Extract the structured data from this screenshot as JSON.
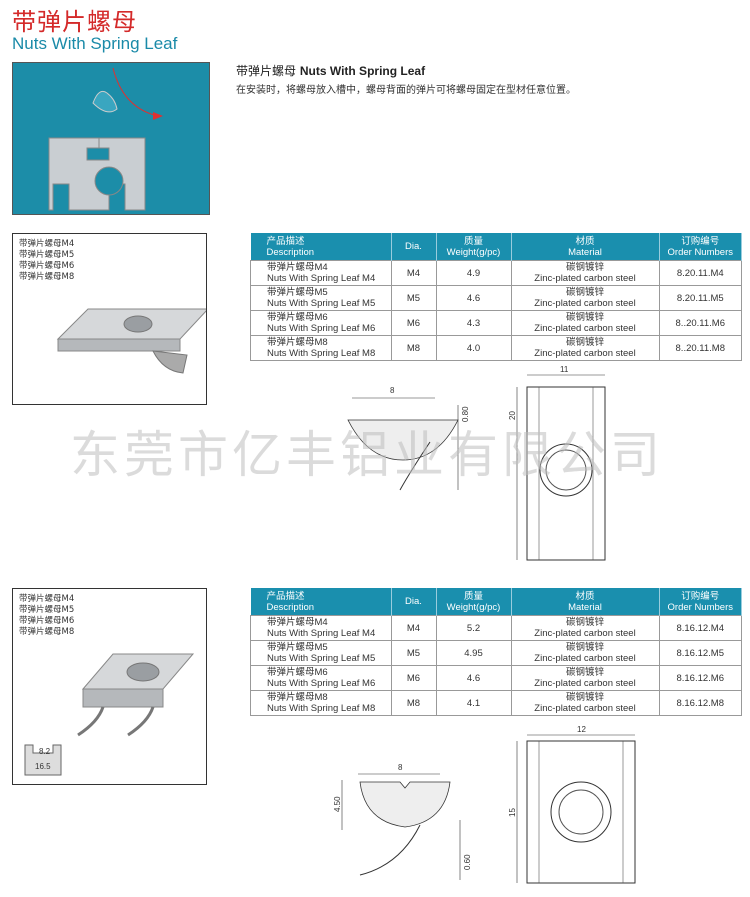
{
  "header": {
    "title_cn": "带弹片螺母",
    "title_en": "Nuts With Spring Leaf"
  },
  "intro": {
    "title_cn": "带弹片螺母",
    "title_en": "Nuts With Spring Leaf",
    "text": "在安装时，将螺母放入槽中，螺母背面的弹片可将螺母固定在型材任意位置。"
  },
  "colors": {
    "accent": "#1a8fae",
    "title": "#d42a2a"
  },
  "watermark": "东莞市亿丰铝业有限公司",
  "columns": [
    {
      "cn": "产品描述",
      "en": "Description"
    },
    {
      "cn": "",
      "en": "Dia."
    },
    {
      "cn": "质量",
      "en": "Weight(g/pc)"
    },
    {
      "cn": "材质",
      "en": "Material"
    },
    {
      "cn": "订购编号",
      "en": "Order Numbers"
    }
  ],
  "products": [
    {
      "labels": [
        "带弹片螺母M4",
        "带弹片螺母M5",
        "带弹片螺母M6",
        "带弹片螺母M8"
      ],
      "rows": [
        {
          "cn": "带弹片螺母M4",
          "en": "Nuts With Spring Leaf M4",
          "dia": "M4",
          "weight": "4.9",
          "mat_cn": "碳钢镀锌",
          "mat_en": "Zinc-plated carbon steel",
          "order": "8.20.11.M4"
        },
        {
          "cn": "带弹片螺母M5",
          "en": "Nuts With Spring Leaf M5",
          "dia": "M5",
          "weight": "4.6",
          "mat_cn": "碳钢镀锌",
          "mat_en": "Zinc-plated carbon steel",
          "order": "8.20.11.M5"
        },
        {
          "cn": "带弹片螺母M6",
          "en": "Nuts With Spring Leaf M6",
          "dia": "M6",
          "weight": "4.3",
          "mat_cn": "碳钢镀锌",
          "mat_en": "Zinc-plated carbon steel",
          "order": "8..20.11.M6"
        },
        {
          "cn": "带弹片螺母M8",
          "en": "Nuts With Spring Leaf M8",
          "dia": "M8",
          "weight": "4.0",
          "mat_cn": "碳钢镀锌",
          "mat_en": "Zinc-plated carbon steel",
          "order": "8..20.11.M8"
        }
      ],
      "dims": {
        "side_width": "8",
        "side_thickness": "0.80",
        "top_width": "11",
        "top_height": "20"
      }
    },
    {
      "labels": [
        "带弹片螺母M4",
        "带弹片螺母M5",
        "带弹片螺母M6",
        "带弹片螺母M8"
      ],
      "slot": {
        "inner": "8.2",
        "outer": "16.5"
      },
      "rows": [
        {
          "cn": "带弹片螺母M4",
          "en": "Nuts With Spring Leaf M4",
          "dia": "M4",
          "weight": "5.2",
          "mat_cn": "碳钢镀锌",
          "mat_en": "Zinc-plated carbon steel",
          "order": "8.16.12.M4"
        },
        {
          "cn": "带弹片螺母M5",
          "en": "Nuts With Spring Leaf M5",
          "dia": "M5",
          "weight": "4.95",
          "mat_cn": "碳钢镀锌",
          "mat_en": "Zinc-plated carbon steel",
          "order": "8.16.12.M5"
        },
        {
          "cn": "带弹片螺母M6",
          "en": "Nuts With Spring Leaf M6",
          "dia": "M6",
          "weight": "4.6",
          "mat_cn": "碳钢镀锌",
          "mat_en": "Zinc-plated carbon steel",
          "order": "8.16.12.M6"
        },
        {
          "cn": "带弹片螺母M8",
          "en": "Nuts With Spring Leaf M8",
          "dia": "M8",
          "weight": "4.1",
          "mat_cn": "碳钢镀锌",
          "mat_en": "Zinc-plated carbon steel",
          "order": "8.16.12.M8"
        }
      ],
      "dims": {
        "side_width": "8",
        "side_height": "4.50",
        "side_thickness": "0.60",
        "top_width": "12",
        "top_height": "15"
      }
    }
  ]
}
